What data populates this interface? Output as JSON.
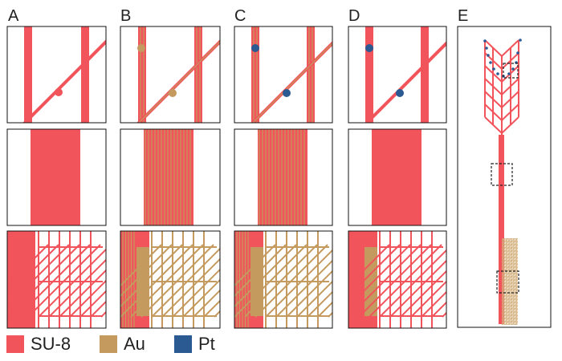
{
  "panels": [
    {
      "letter": "A"
    },
    {
      "letter": "B"
    },
    {
      "letter": "C"
    },
    {
      "letter": "D"
    },
    {
      "letter": "E"
    }
  ],
  "legend": [
    {
      "label": "SU-8",
      "color": "#F2545B",
      "material": "su8"
    },
    {
      "label": "Au",
      "color": "#C49A5E",
      "material": "au"
    },
    {
      "label": "Pt",
      "color": "#2B5A92",
      "material": "pt"
    }
  ],
  "colors": {
    "su8": "#F2545B",
    "au": "#C49A5E",
    "pt": "#2B5A92",
    "frame": "#111111"
  }
}
